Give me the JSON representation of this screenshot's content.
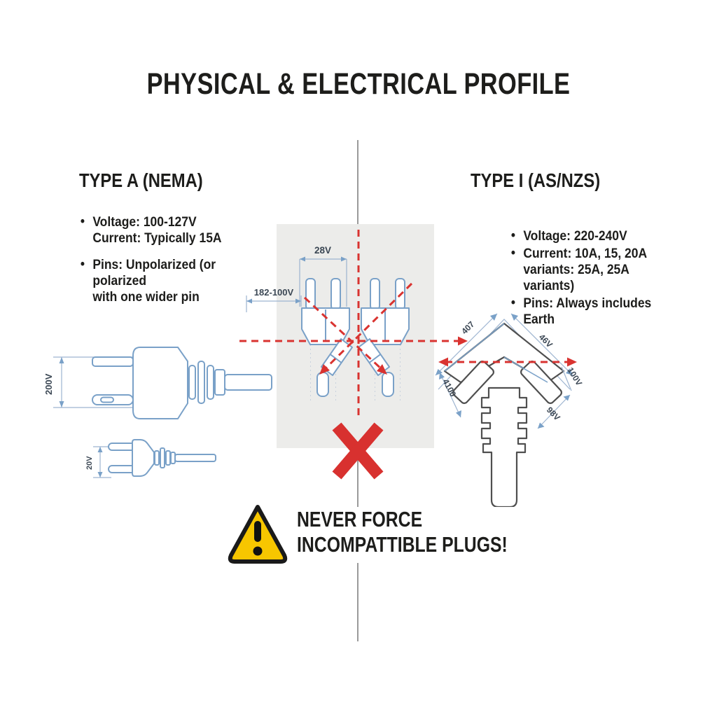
{
  "title": "PHYSICAL & ELECTRICAL PROFILE",
  "glyphs": {
    "bullet": "•"
  },
  "colors": {
    "text": "#1d1d1b",
    "plug_line_blue": "#7aa1c8",
    "dimension_blue": "#9db4d0",
    "red": "#d93330",
    "panel_gray": "#ececea",
    "warning_yellow": "#f7c600",
    "plug_dark": "#4f4f4f",
    "divider_gray": "#9a9a9a"
  },
  "type_a": {
    "heading": "TYPE A (NEMA)",
    "bullets": [
      {
        "lines": [
          "Voltage: 100-127V",
          "Current: Typically 15A"
        ]
      },
      {
        "lines": [
          "Pins: Unpolarized (or polarized",
          "with one wider pin"
        ]
      }
    ],
    "large_plug_dim": "200V",
    "small_plug_dim": "20V"
  },
  "type_i": {
    "heading": "TYPE I (AS/NZS)",
    "bullets": [
      {
        "lines": [
          "Voltage: 220-240V"
        ]
      },
      {
        "lines": [
          "Current: 10A, 15, 20A",
          "variants: 25A, 25A variants)"
        ]
      },
      {
        "lines": [
          "Pins: Always includes Earth"
        ]
      }
    ],
    "dims": {
      "upper_left": "407",
      "upper_right": "46V",
      "lower_left": "4100",
      "right_upper": "100V",
      "lower_right": "98V"
    }
  },
  "center": {
    "dim_top": "28V",
    "dim_left": "182-100V"
  },
  "warning": {
    "line1": "NEVER FORCE",
    "line2": "INCOMPATTIBLE PLUGS!"
  }
}
